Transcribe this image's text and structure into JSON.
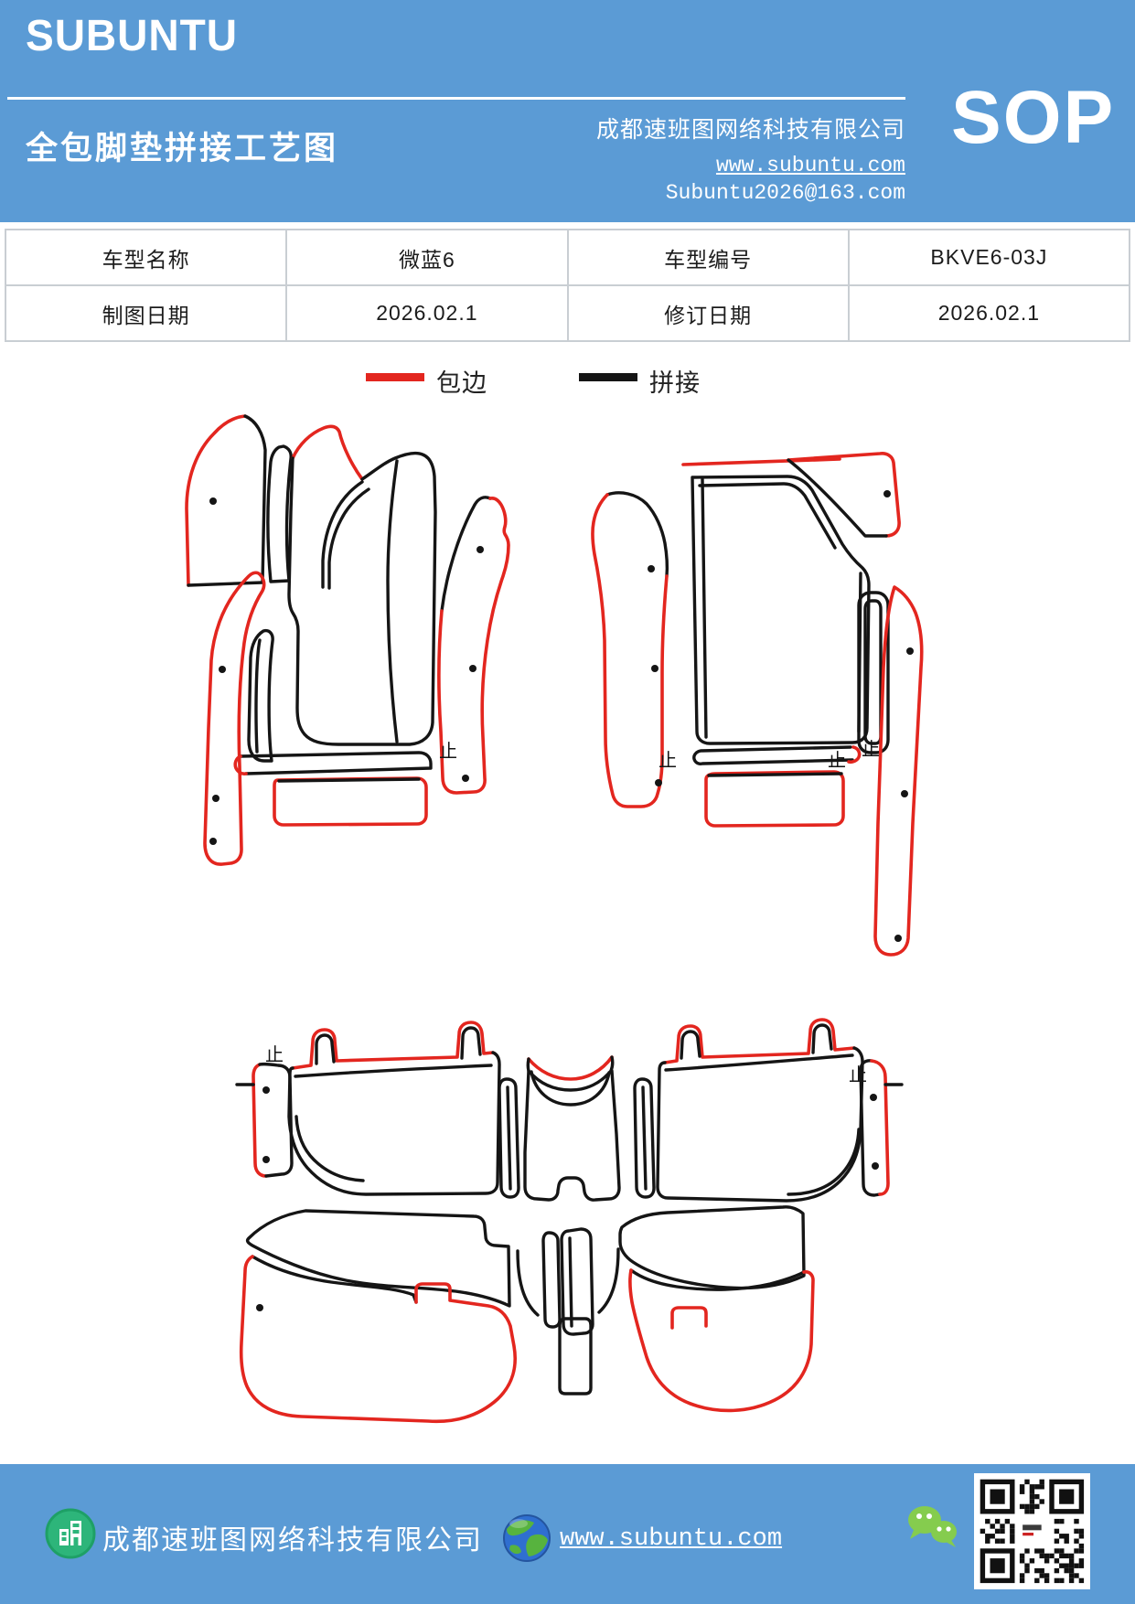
{
  "header": {
    "brand": "SUBUNTU",
    "title": "全包脚垫拼接工艺图",
    "company": "成都速班图网络科技有限公司",
    "badge": "SOP",
    "website": "www.subuntu.com",
    "email": "Subuntu2026@163.com"
  },
  "info_table": {
    "rows": [
      [
        "车型名称",
        "微蓝6",
        "车型编号",
        "BKVE6-03J"
      ],
      [
        "制图日期",
        "2026.02.1",
        "修订日期",
        "2026.02.1"
      ]
    ]
  },
  "legend": {
    "items": [
      {
        "label": "包边",
        "color": "#e3261f"
      },
      {
        "label": "拼接",
        "color": "#151515"
      }
    ]
  },
  "diagram": {
    "stop_mark": "止",
    "edge_color": "#e3261f",
    "splice_color": "#151515",
    "groups": [
      "front-left-mat",
      "front-right-mat",
      "rear-mat-set"
    ]
  },
  "footer": {
    "company": "成都速班图网络科技有限公司",
    "website": "www.subuntu.com",
    "icons": [
      "building-icon",
      "globe-icon",
      "wechat-icon",
      "qr-code"
    ]
  },
  "colors": {
    "band_blue": "#5b9bd5",
    "edge_red": "#e3261f",
    "splice_black": "#151515",
    "table_border": "#c9ced3",
    "icon_green": "#2db57a",
    "wechat_green": "#85cc4e",
    "globe_blue": "#2f6fd0",
    "qr_dark": "#111111"
  }
}
